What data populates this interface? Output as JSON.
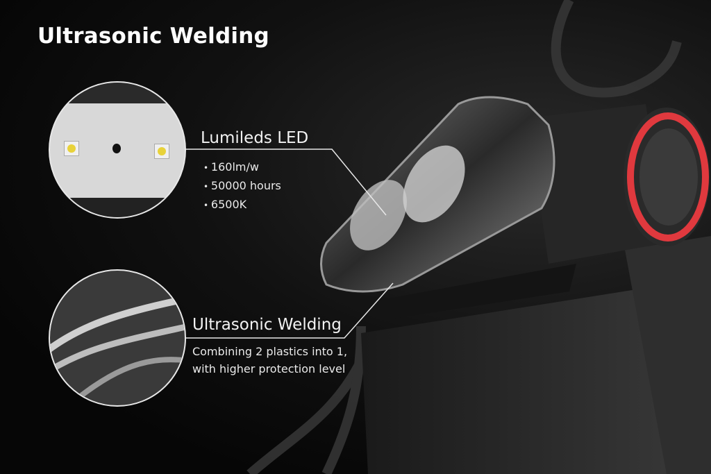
{
  "title": "Ultrasonic Welding",
  "led_callout": {
    "heading": "Lumileds LED",
    "bullets": [
      "160lm/w",
      "50000 hours",
      "6500K"
    ]
  },
  "welding_callout": {
    "heading": "Ultrasonic Welding",
    "description": "Combining 2 plastics into 1, with higher protection level"
  },
  "colors": {
    "background": "#0b0b0b",
    "accent_ring": "#e0393e",
    "text": "#ffffff"
  }
}
